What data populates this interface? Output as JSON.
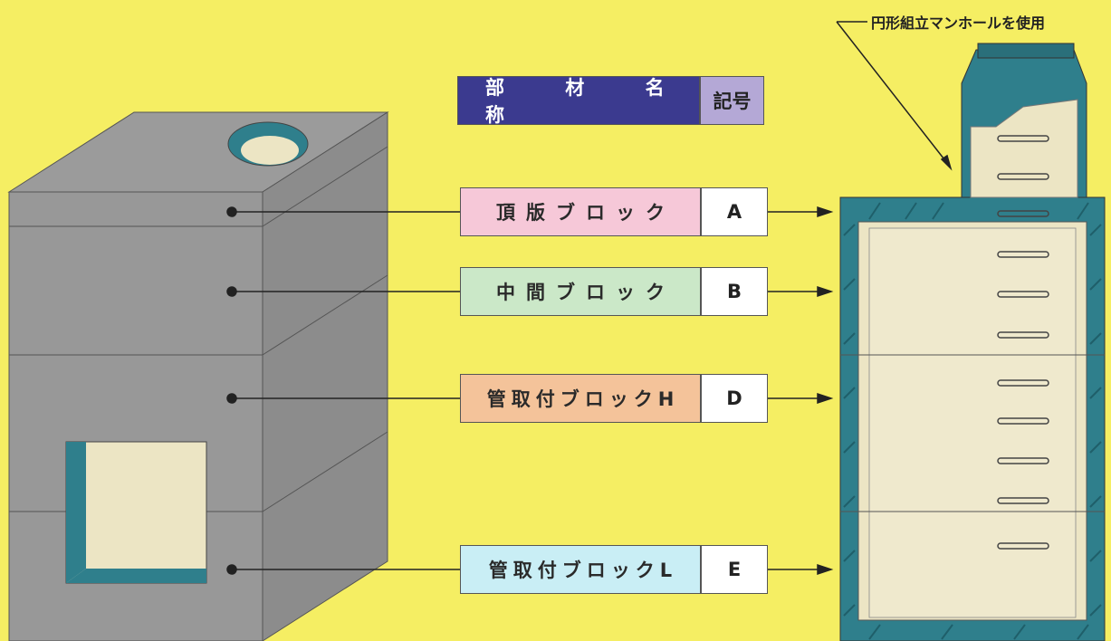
{
  "header": {
    "name_label": "部 材 名 称",
    "code_label": "記号"
  },
  "note": "円形組立マンホールを使用",
  "parts": [
    {
      "name": "頂版ブロック",
      "code": "A",
      "color": "#f6c8d8"
    },
    {
      "name": "中間ブロック",
      "code": "B",
      "color": "#cbe8c8"
    },
    {
      "name": "管取付ブロックH",
      "code": "D",
      "color": "#f4c39a"
    },
    {
      "name": "管取付ブロックL",
      "code": "E",
      "color": "#c9eef5"
    }
  ],
  "colors": {
    "background": "#f5ee63",
    "concrete": "#979797",
    "concrete_dark": "#8a8a8a",
    "wall": "#2f7f8c",
    "interior": "#ece5c4"
  }
}
